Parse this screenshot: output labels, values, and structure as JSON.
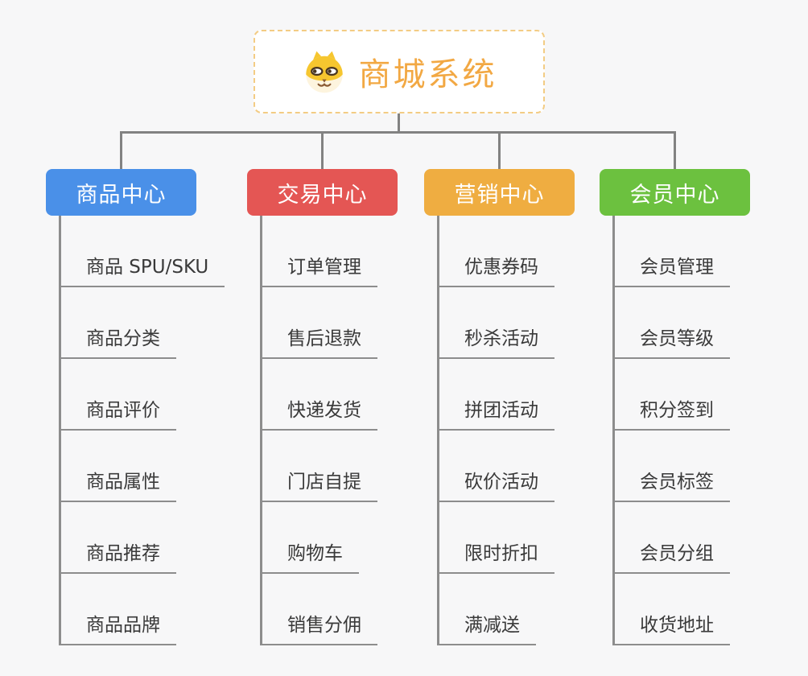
{
  "page": {
    "background_color": "#f7f7f8",
    "connector_color": "#828282",
    "underline_color": "#8d8d8d"
  },
  "root": {
    "title": "商城系统",
    "icon": "dog-face-icon",
    "text_color": "#f2a843",
    "border_color": "#f3cc84"
  },
  "branches": [
    {
      "label": "商品中心",
      "color": "#4a90e8",
      "children": [
        "商品 SPU/SKU",
        "商品分类",
        "商品评价",
        "商品属性",
        "商品推荐",
        "商品品牌"
      ]
    },
    {
      "label": "交易中心",
      "color": "#e45654",
      "children": [
        "订单管理",
        "售后退款",
        "快递发货",
        "门店自提",
        "购物车",
        "销售分佣"
      ]
    },
    {
      "label": "营销中心",
      "color": "#efad41",
      "children": [
        "优惠券码",
        "秒杀活动",
        "拼团活动",
        "砍价活动",
        "限时折扣",
        "满减送"
      ]
    },
    {
      "label": "会员中心",
      "color": "#6cc13f",
      "children": [
        "会员管理",
        "会员等级",
        "积分签到",
        "会员标签",
        "会员分组",
        "收货地址"
      ]
    }
  ]
}
